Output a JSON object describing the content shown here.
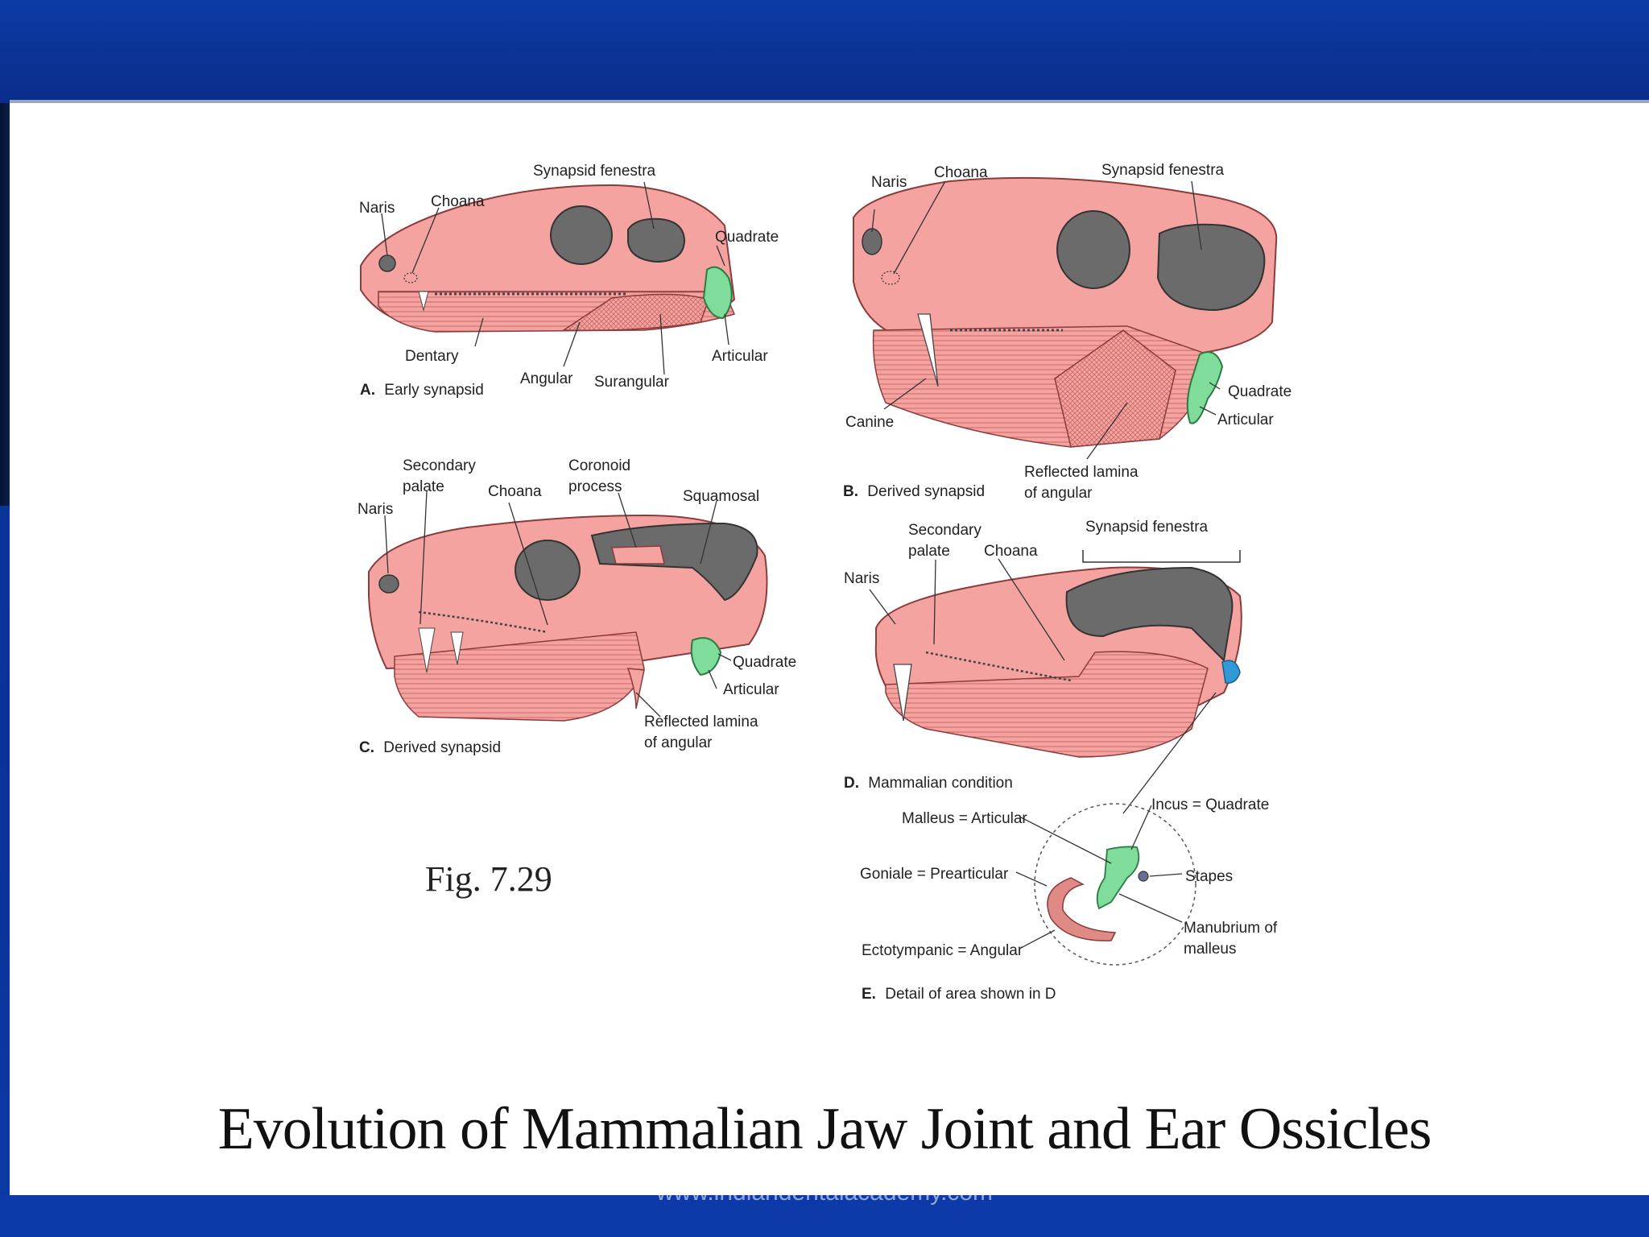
{
  "slide": {
    "title": "Evolution of Mammalian Jaw Joint and Ear Ossicles",
    "figure_number": "Fig. 7.29",
    "footer_url": "www.indiandentalacademy.com"
  },
  "colors": {
    "skull": "#f5a3a0",
    "fenestra": "#6b6b6b",
    "bone_green": "#7fdc9a",
    "stapes_blue": "#2f9ad6",
    "background_blue": "#0b3aa6"
  },
  "panels": {
    "A": {
      "letter": "A.",
      "caption": "Early synapsid",
      "labels": {
        "naris": "Naris",
        "choana": "Choana",
        "fenestra": "Synapsid fenestra",
        "quadrate": "Quadrate",
        "dentary": "Dentary",
        "angular": "Angular",
        "surangular": "Surangular",
        "articular": "Articular"
      }
    },
    "B": {
      "letter": "B.",
      "caption": "Derived synapsid",
      "labels": {
        "naris": "Naris",
        "choana": "Choana",
        "fenestra": "Synapsid fenestra",
        "canine": "Canine",
        "quadrate": "Quadrate",
        "articular": "Articular",
        "lamina1": "Reflected lamina",
        "lamina2": "of angular"
      }
    },
    "C": {
      "letter": "C.",
      "caption": "Derived synapsid",
      "labels": {
        "secondary1": "Secondary",
        "secondary2": "palate",
        "choana": "Choana",
        "coronoid1": "Coronoid",
        "coronoid2": "process",
        "squamosal": "Squamosal",
        "naris": "Naris",
        "quadrate": "Quadrate",
        "articular": "Articular",
        "lamina1": "Reflected lamina",
        "lamina2": "of angular"
      }
    },
    "D": {
      "letter": "D.",
      "caption": "Mammalian condition",
      "labels": {
        "secondary1": "Secondary",
        "secondary2": "palate",
        "choana": "Choana",
        "fenestra": "Synapsid fenestra",
        "naris": "Naris"
      }
    },
    "E": {
      "letter": "E.",
      "caption": "Detail of area shown in D",
      "labels": {
        "malleus": "Malleus = Articular",
        "incus": "Incus = Quadrate",
        "goniale": "Goniale = Prearticular",
        "stapes": "Stapes",
        "manubrium1": "Manubrium of",
        "manubrium2": "malleus",
        "ectotympanic": "Ectotympanic = Angular"
      }
    }
  }
}
